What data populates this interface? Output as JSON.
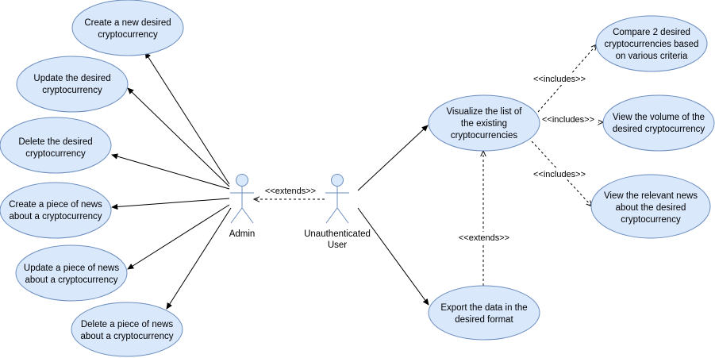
{
  "actors": {
    "admin": "Admin",
    "user_line1": "Unauthenticated",
    "user_line2": "User"
  },
  "use_cases": {
    "create_crypto": [
      "Create a new desired",
      "cryptocurrency"
    ],
    "update_crypto": [
      "Update the desired",
      "cryptocurrency"
    ],
    "delete_crypto": [
      "Delete the desired",
      "cryptocurrency"
    ],
    "create_news": [
      "Create a piece of news",
      "about a cryptocurrency"
    ],
    "update_news": [
      "Update a piece of news",
      "about a cryptocurrency"
    ],
    "delete_news": [
      "Delete a piece of news",
      "about a cryptocurrency"
    ],
    "visualize": [
      "Visualize the list of",
      "the existing",
      "cryptocurrencies"
    ],
    "export": [
      "Export the data in the",
      "desired format"
    ],
    "compare": [
      "Compare 2 desired",
      "cryptocurrencies based",
      "on various criteria"
    ],
    "volume": [
      "View the volume of the",
      "desired cryptocurrency"
    ],
    "news": [
      "View the relevant news",
      "about the desired",
      "cryptocurrency"
    ]
  },
  "relations": {
    "extends_actor": "<<extends>>",
    "extends_export": "<<extends>>",
    "includes_compare": "<<includes>>",
    "includes_volume": "<<includes>>",
    "includes_news": "<<includes>>"
  },
  "colors": {
    "use_case_fill": "#dae8fc",
    "use_case_stroke": "#6c8ebf",
    "line": "#000000"
  }
}
